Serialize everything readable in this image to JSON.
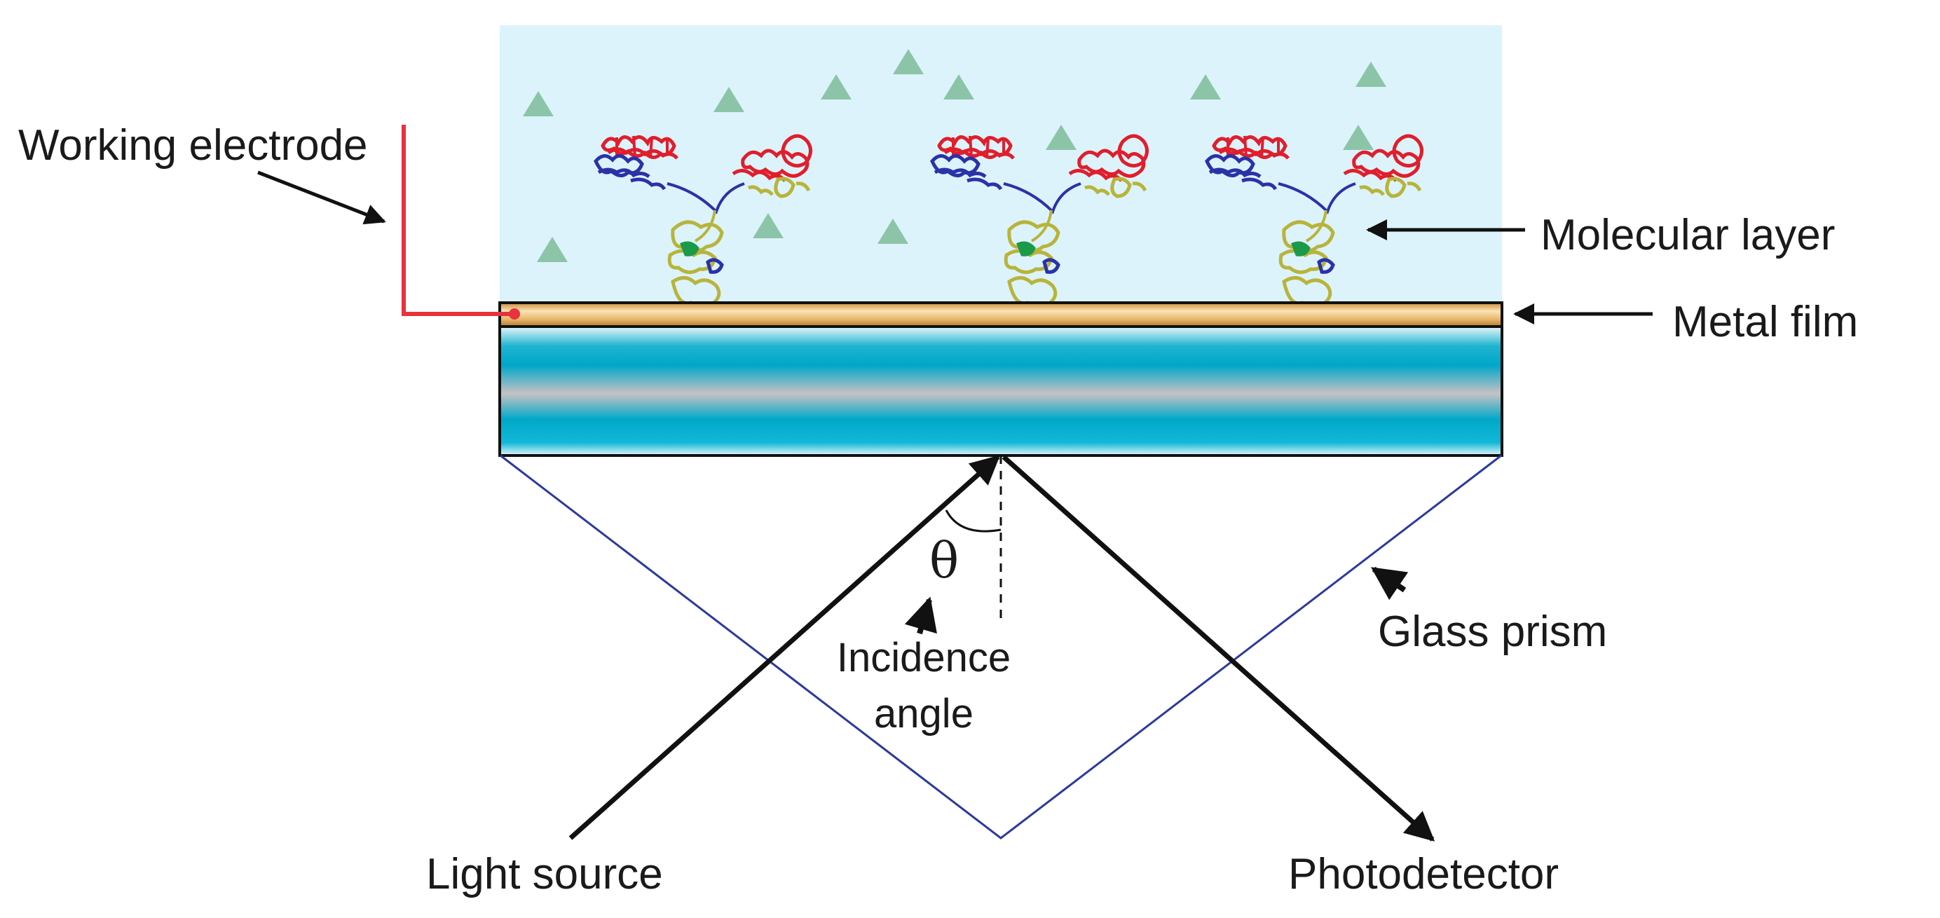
{
  "labels": {
    "working_electrode": "Working electrode",
    "molecular_layer": "Molecular layer",
    "metal_film": "Metal film",
    "glass_prism": "Glass prism",
    "theta": "θ",
    "incidence_line1": "Incidence",
    "incidence_line2": "angle",
    "light_source": "Light source",
    "photodetector": "Photodetector"
  },
  "colors": {
    "solution_bg": "#dcf3fb",
    "metal_film": "#e6b66a",
    "prism_outline": "#2b3a9a",
    "electrode_wire": "#e8323c",
    "analyte": "#8cc4a8",
    "antibody_heavy": "#e01e2c",
    "antibody_light": "#2a32a8",
    "antibody_fc": "#b8b43a",
    "antibody_hinge": "#1a9a4a"
  },
  "icons": [
    "antibody-molecule-icon",
    "analyte-triangle-icon"
  ]
}
